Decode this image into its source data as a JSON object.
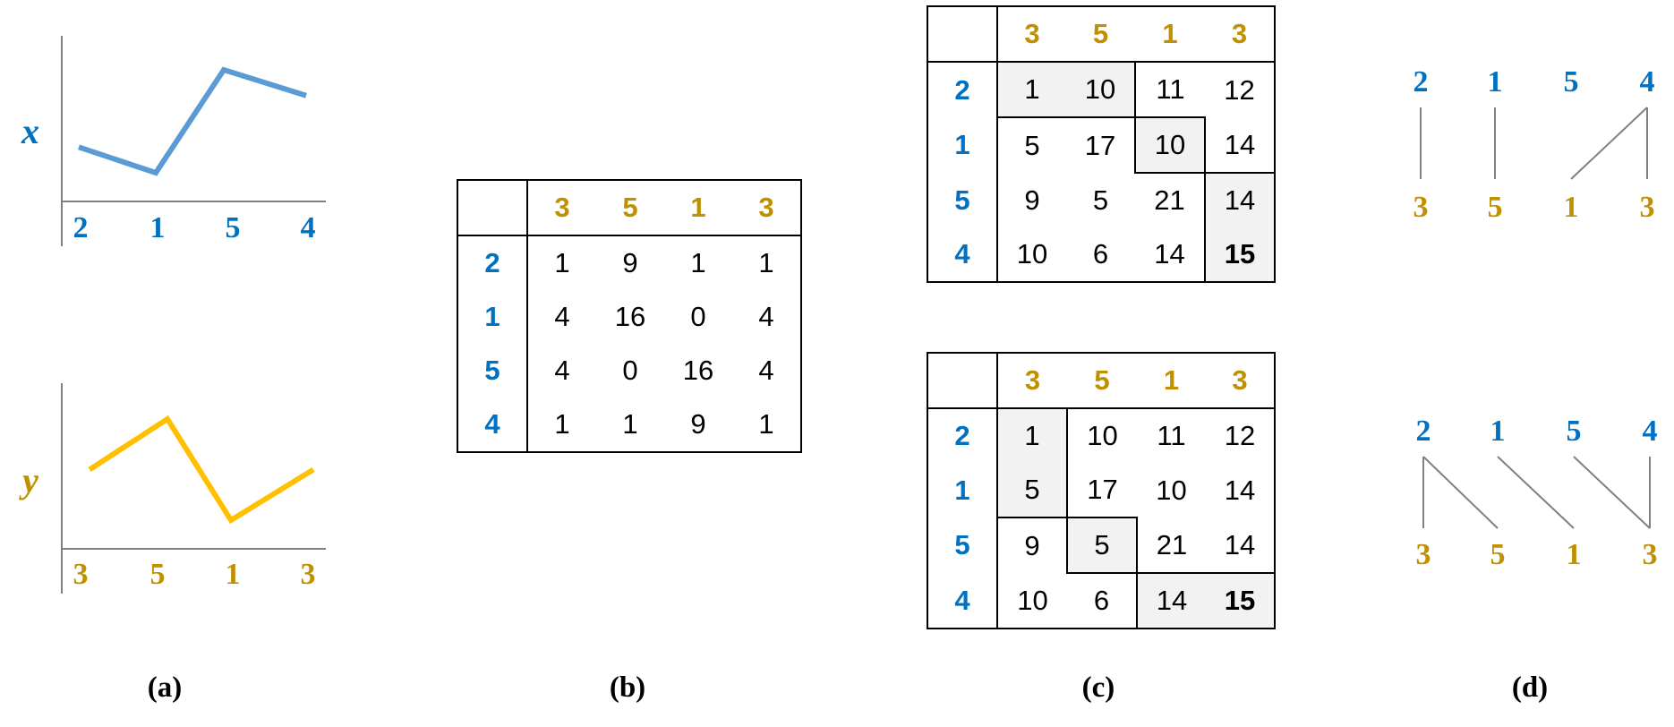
{
  "colors": {
    "x_series": "#5B9BD5",
    "x_label": "#0070C0",
    "y_series": "#FFC000",
    "y_label": "#BF9000",
    "axis": "#808080",
    "highlight": "#F2F2F2"
  },
  "captions": {
    "a": "(a)",
    "b": "(b)",
    "c": "(c)",
    "d": "(d)"
  },
  "panel_a": {
    "x_label": "x",
    "y_label": "y",
    "chart_data": [
      {
        "type": "line",
        "ylabel": "x",
        "x": [
          "2",
          "1",
          "5",
          "4"
        ],
        "values": [
          2,
          1,
          5,
          4
        ],
        "ylim": [
          0,
          5.5
        ],
        "grid": false
      },
      {
        "type": "line",
        "ylabel": "y",
        "x": [
          "3",
          "5",
          "1",
          "3"
        ],
        "values": [
          3,
          5,
          1,
          3
        ],
        "ylim": [
          0,
          5.5
        ],
        "grid": false
      }
    ]
  },
  "panel_b": {
    "col_headers": [
      "3",
      "5",
      "1",
      "3"
    ],
    "row_headers": [
      "2",
      "1",
      "5",
      "4"
    ],
    "cells": [
      [
        "1",
        "9",
        "1",
        "1"
      ],
      [
        "4",
        "16",
        "0",
        "4"
      ],
      [
        "4",
        "0",
        "16",
        "4"
      ],
      [
        "1",
        "1",
        "9",
        "1"
      ]
    ]
  },
  "panel_c": {
    "col_headers": [
      "3",
      "5",
      "1",
      "3"
    ],
    "row_headers": [
      "2",
      "1",
      "5",
      "4"
    ],
    "cells": [
      [
        "1",
        "10",
        "11",
        "12"
      ],
      [
        "5",
        "17",
        "10",
        "14"
      ],
      [
        "9",
        "5",
        "21",
        "14"
      ],
      [
        "10",
        "6",
        "14",
        "15"
      ]
    ],
    "path_top": [
      [
        0,
        0
      ],
      [
        1,
        0
      ],
      [
        2,
        1
      ],
      [
        3,
        2
      ],
      [
        3,
        3
      ]
    ],
    "path_bottom": [
      [
        0,
        0
      ],
      [
        0,
        1
      ],
      [
        1,
        2
      ],
      [
        2,
        3
      ],
      [
        3,
        3
      ]
    ]
  },
  "panel_d": {
    "top": {
      "seq_x": [
        "2",
        "1",
        "5",
        "4"
      ],
      "seq_y": [
        "3",
        "5",
        "1",
        "3"
      ],
      "links": [
        [
          0,
          0
        ],
        [
          1,
          1
        ],
        [
          3,
          2
        ],
        [
          3,
          3
        ]
      ]
    },
    "bottom": {
      "seq_x": [
        "2",
        "1",
        "5",
        "4"
      ],
      "seq_y": [
        "3",
        "5",
        "1",
        "3"
      ],
      "links": [
        [
          0,
          0
        ],
        [
          0,
          1
        ],
        [
          1,
          2
        ],
        [
          2,
          3
        ],
        [
          3,
          3
        ]
      ]
    }
  }
}
